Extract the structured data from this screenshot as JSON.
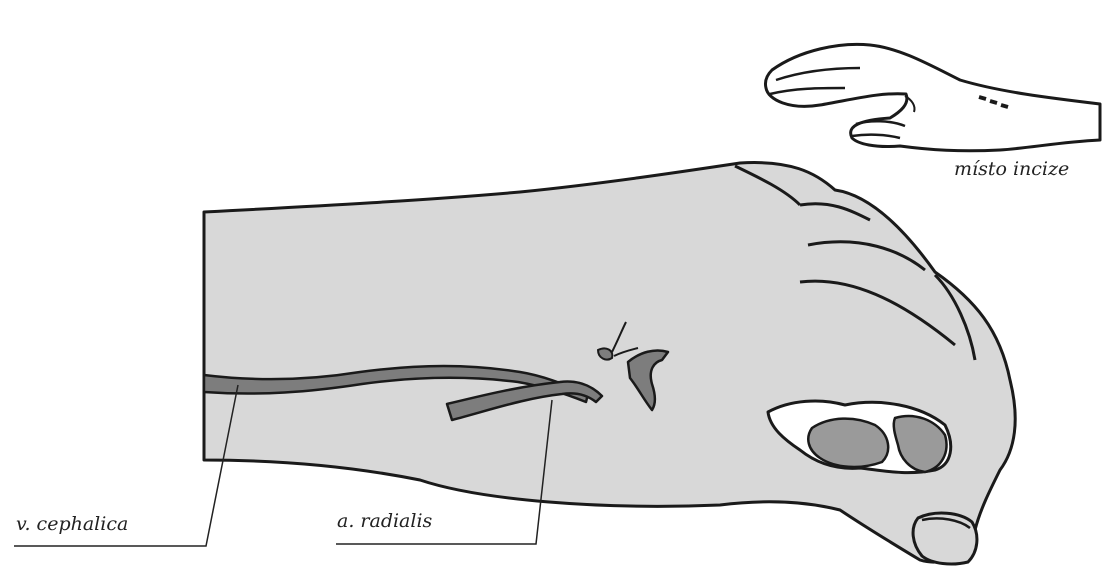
{
  "labels": {
    "cephalic_vein": "v. cephalica",
    "radial_artery": "a. radialis",
    "incision_site": "místo incize"
  },
  "colors": {
    "skin": "#d8d8d8",
    "outline": "#1a1a1a",
    "vessel": "#7d7d7d",
    "shadow": "#9a9a9a",
    "background": "#ffffff"
  }
}
